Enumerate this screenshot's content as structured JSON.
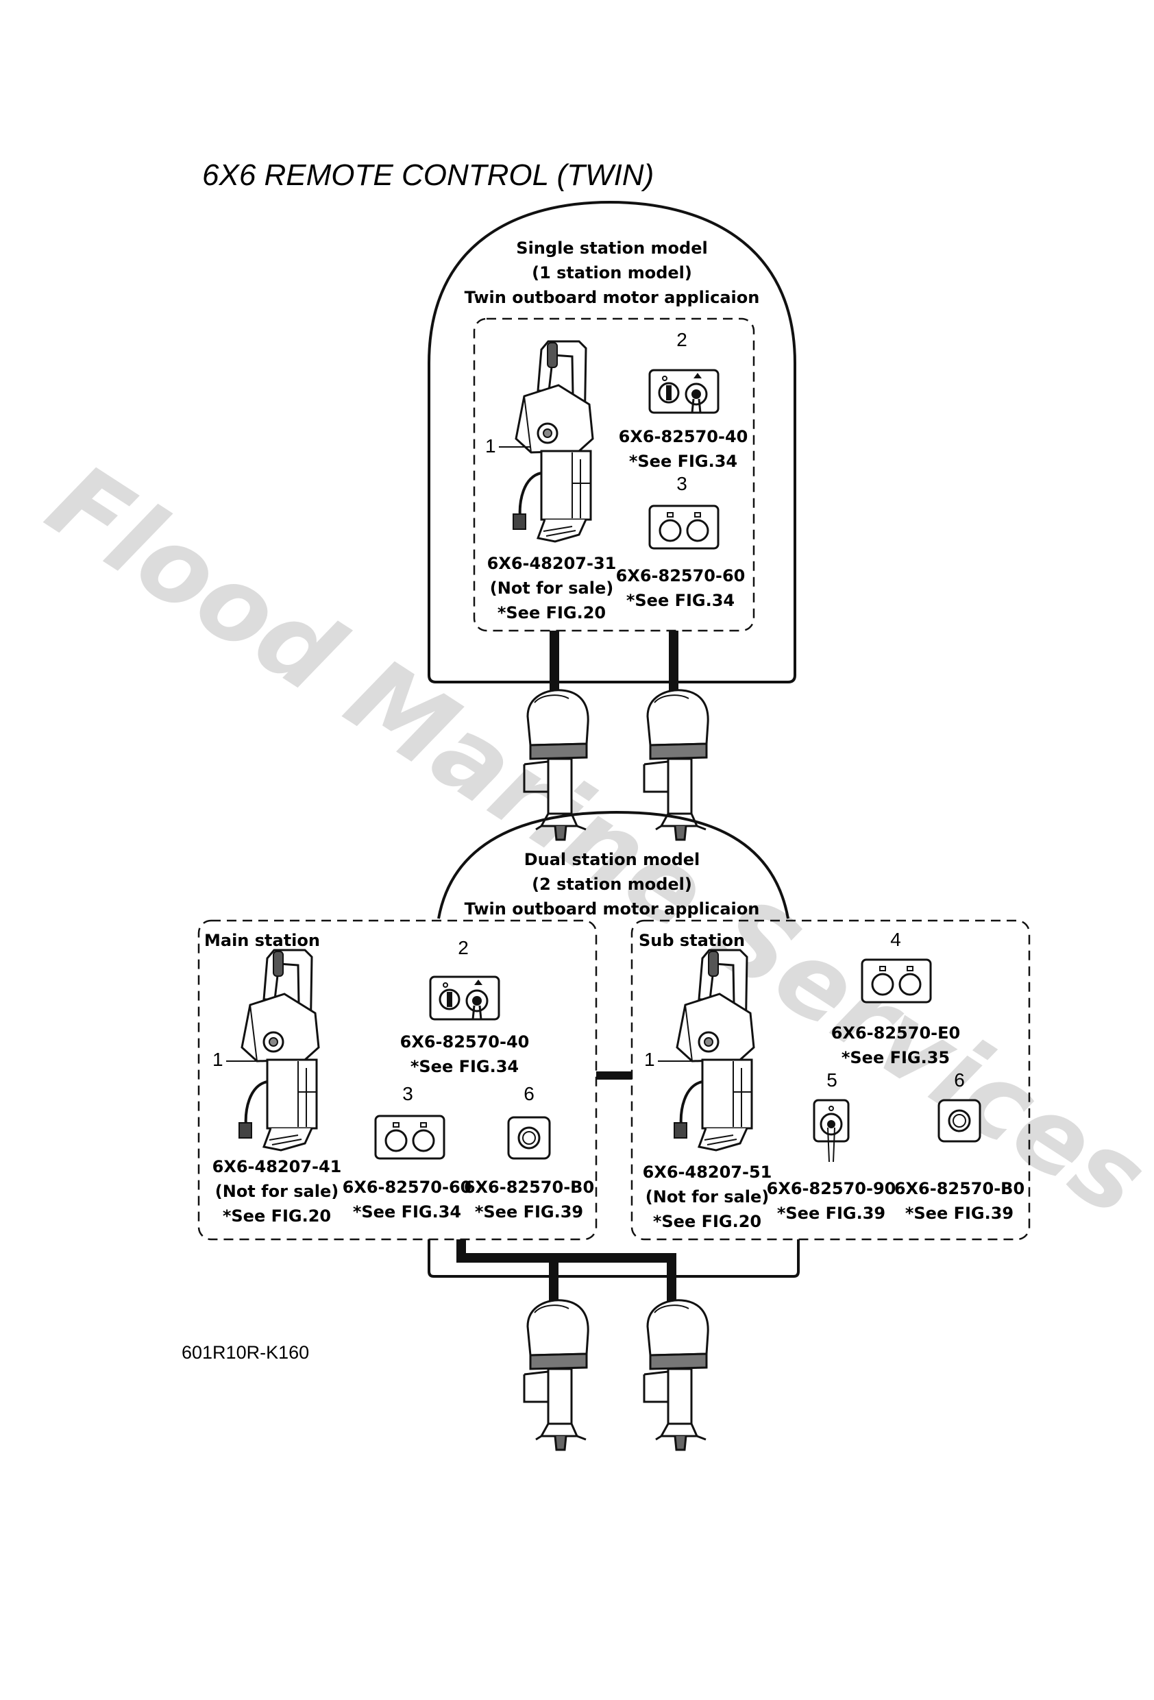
{
  "title": "6X6 REMOTE CONTROL (TWIN)",
  "watermark": "Flood Marine Services",
  "drawing_code": "601R10R-K160",
  "single_station": {
    "header": [
      "Single station model",
      "(1 station model)",
      "Twin outboard motor applicaion"
    ],
    "items": [
      {
        "num": "1",
        "lines": [
          "6X6-48207-31",
          "(Not for sale)",
          "*See FIG.20"
        ]
      },
      {
        "num": "2",
        "lines": [
          "6X6-82570-40",
          "*See FIG.34"
        ]
      },
      {
        "num": "3",
        "lines": [
          "6X6-82570-60",
          "*See FIG.34"
        ]
      }
    ]
  },
  "dual_station": {
    "header": [
      "Dual station model",
      "(2 station model)",
      "Twin outboard motor applicaion"
    ],
    "main": {
      "label": "Main station",
      "items": [
        {
          "num": "1",
          "lines": [
            "6X6-48207-41",
            "(Not for sale)",
            "*See FIG.20"
          ]
        },
        {
          "num": "2",
          "lines": [
            "6X6-82570-40",
            "*See FIG.34"
          ]
        },
        {
          "num": "3",
          "lines": [
            "6X6-82570-60",
            "*See FIG.34"
          ]
        },
        {
          "num": "6",
          "lines": [
            "6X6-82570-B0",
            "*See FIG.39"
          ]
        }
      ]
    },
    "sub": {
      "label": "Sub station",
      "items": [
        {
          "num": "1",
          "lines": [
            "6X6-48207-51",
            "(Not for sale)",
            "*See FIG.20"
          ]
        },
        {
          "num": "4",
          "lines": [
            "6X6-82570-E0",
            "*See FIG.35"
          ]
        },
        {
          "num": "5",
          "lines": [
            "6X6-82570-90",
            "*See FIG.39"
          ]
        },
        {
          "num": "6",
          "lines": [
            "6X6-82570-B0",
            "*See FIG.39"
          ]
        }
      ]
    }
  }
}
